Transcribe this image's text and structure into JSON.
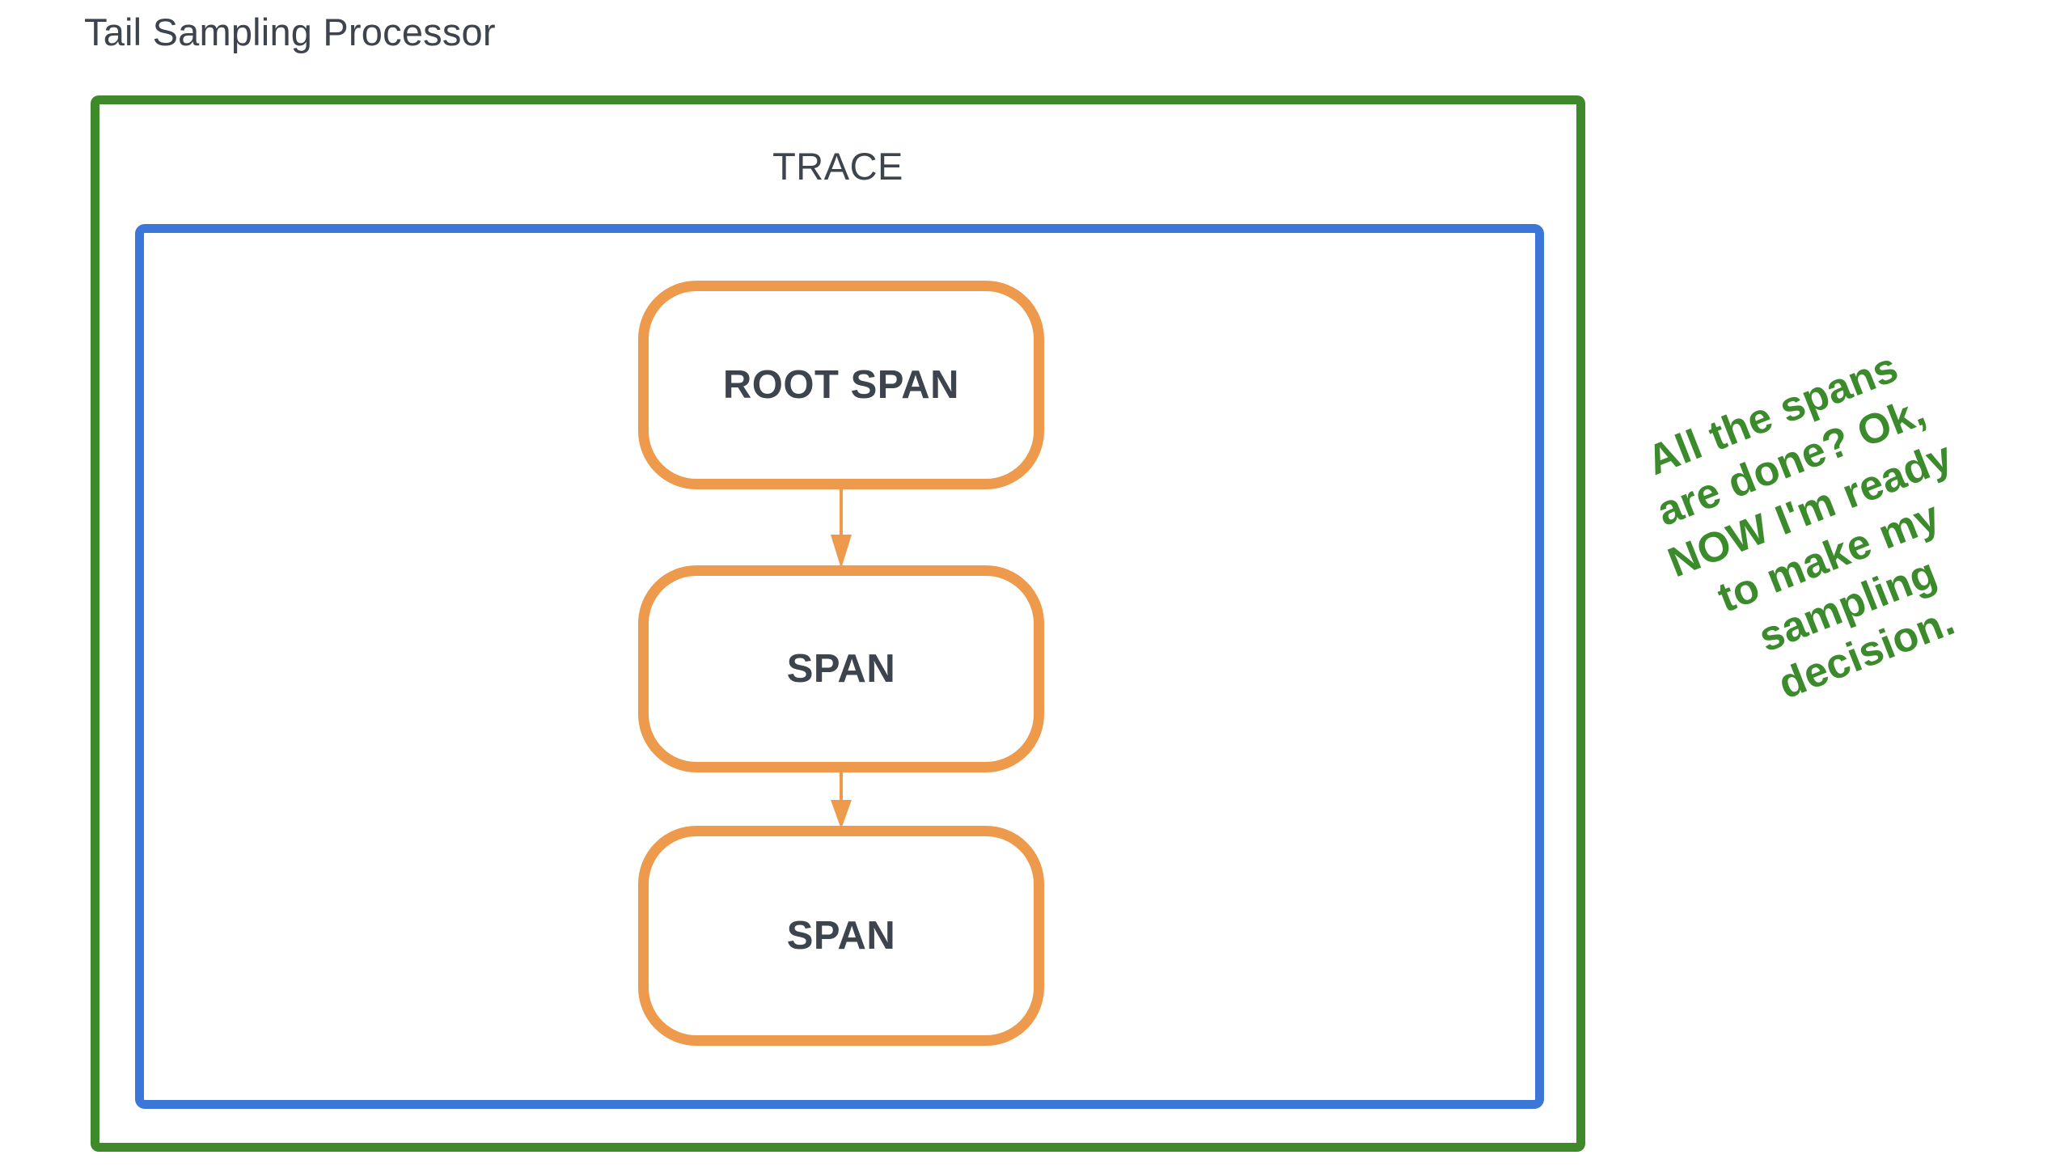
{
  "diagram": {
    "title": "Tail Sampling Processor",
    "type": "flowchart",
    "background_color": "#ffffff"
  },
  "processor_box": {
    "label": "Tail Sampling Processor",
    "border_color": "#3e8a2a"
  },
  "trace_box": {
    "label": "TRACE",
    "border_color": "#3a77d8"
  },
  "spans": [
    {
      "label": "ROOT SPAN",
      "border_color": "#ee9a4c",
      "text_color": "#3d444d"
    },
    {
      "label": "SPAN",
      "border_color": "#ee9a4c",
      "text_color": "#3d444d"
    },
    {
      "label": "SPAN",
      "border_color": "#ee9a4c",
      "text_color": "#3d444d"
    }
  ],
  "arrows": [
    {
      "from": "ROOT SPAN",
      "to": "SPAN",
      "color": "#ee9a4c"
    },
    {
      "from": "SPAN",
      "to": "SPAN",
      "color": "#ee9a4c"
    }
  ],
  "annotation": {
    "color": "#3b8a2c",
    "rotation_degrees": -21.5,
    "lines": [
      "All the spans",
      "are done? Ok,",
      "NOW I'm ready",
      "to make my",
      "sampling",
      "decision."
    ]
  }
}
